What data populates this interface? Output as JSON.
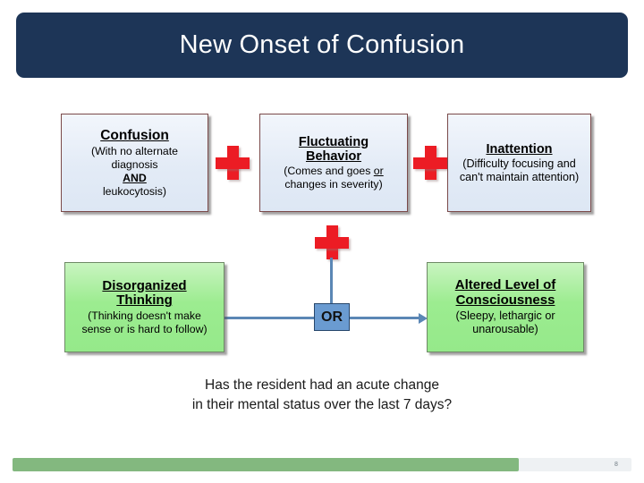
{
  "slide": {
    "title": "New Onset of Confusion",
    "title_bar_color": "#1d3557",
    "caption_line_1": "Has the resident had an acute change",
    "caption_line_2": "in their mental status over the last 7 days?"
  },
  "diagram": {
    "type": "criteria-flow",
    "boxes": [
      {
        "id": "confusion",
        "color": "#e3ebf6",
        "title": "Confusion",
        "sub_lines": [
          "(With no alternate",
          "diagnosis",
          "AND",
          "leukocytosis)"
        ]
      },
      {
        "id": "fluctuating",
        "color": "#e3ebf6",
        "title_line_1": "Fluctuating",
        "title_line_2": "Behavior",
        "sub_lines": [
          "(Comes and goes or",
          "changes in severity)"
        ],
        "sub_line_1_a": "(Comes and goes ",
        "sub_line_1_u": "or"
      },
      {
        "id": "inattention",
        "color": "#e3ebf6",
        "title": "Inattention",
        "sub_lines": [
          "(Difficulty focusing and",
          "can't maintain attention)"
        ]
      },
      {
        "id": "disorganized",
        "color": "#9cec90",
        "title_line_1": "Disorganized",
        "title_line_2": "Thinking",
        "sub_lines": [
          "(Thinking doesn't make",
          "sense or is hard to follow)"
        ]
      },
      {
        "id": "altered",
        "color": "#9cec90",
        "title_line_1": "Altered  Level of",
        "title_line_2": "Consciousness",
        "sub_lines": [
          "(Sleepy, lethargic or",
          "unarousable)"
        ]
      }
    ],
    "operators": {
      "plus_symbol": "plus-icon",
      "plus_color": "#ec1c24",
      "or_label": "OR",
      "or_box_color": "#6a9bd1",
      "connector_color": "#5b87b5"
    }
  },
  "footer": {
    "progress_percent": 81,
    "progress_color": "#83b87f",
    "track_color": "#eef1f3",
    "page_number": "8"
  }
}
